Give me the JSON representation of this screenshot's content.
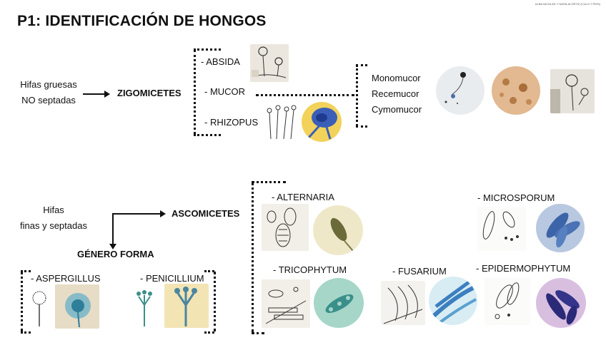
{
  "header": {
    "title": "P1: IDENTIFICACIÓN DE HONGOS",
    "credit": "ALBA NICOLÁS Y NATALIA ORTIZ (CULO Y PIES)"
  },
  "zigo": {
    "intro": [
      "Hifas gruesas",
      "NO septadas"
    ],
    "group": "ZIGOMICETES",
    "items": [
      "- ABSIDA",
      "- MUCOR",
      "- RHIZOPUS"
    ],
    "mucor_types": [
      "Monomucor",
      "Recemucor",
      "Cymomucor"
    ]
  },
  "asco": {
    "intro": [
      "Hifas",
      "finas y septadas"
    ],
    "group": "ASCOMICETES",
    "genero": "GÉNERO FORMA",
    "left_items": [
      "- ASPERGILLUS",
      "- PENICILLIUM"
    ],
    "right_items": [
      "- ALTERNARIA",
      "- TRICOPHYTUM",
      "- FUSARIUM",
      "- MICROSPORUM",
      "- EPIDERMOPHYTUM"
    ]
  }
}
